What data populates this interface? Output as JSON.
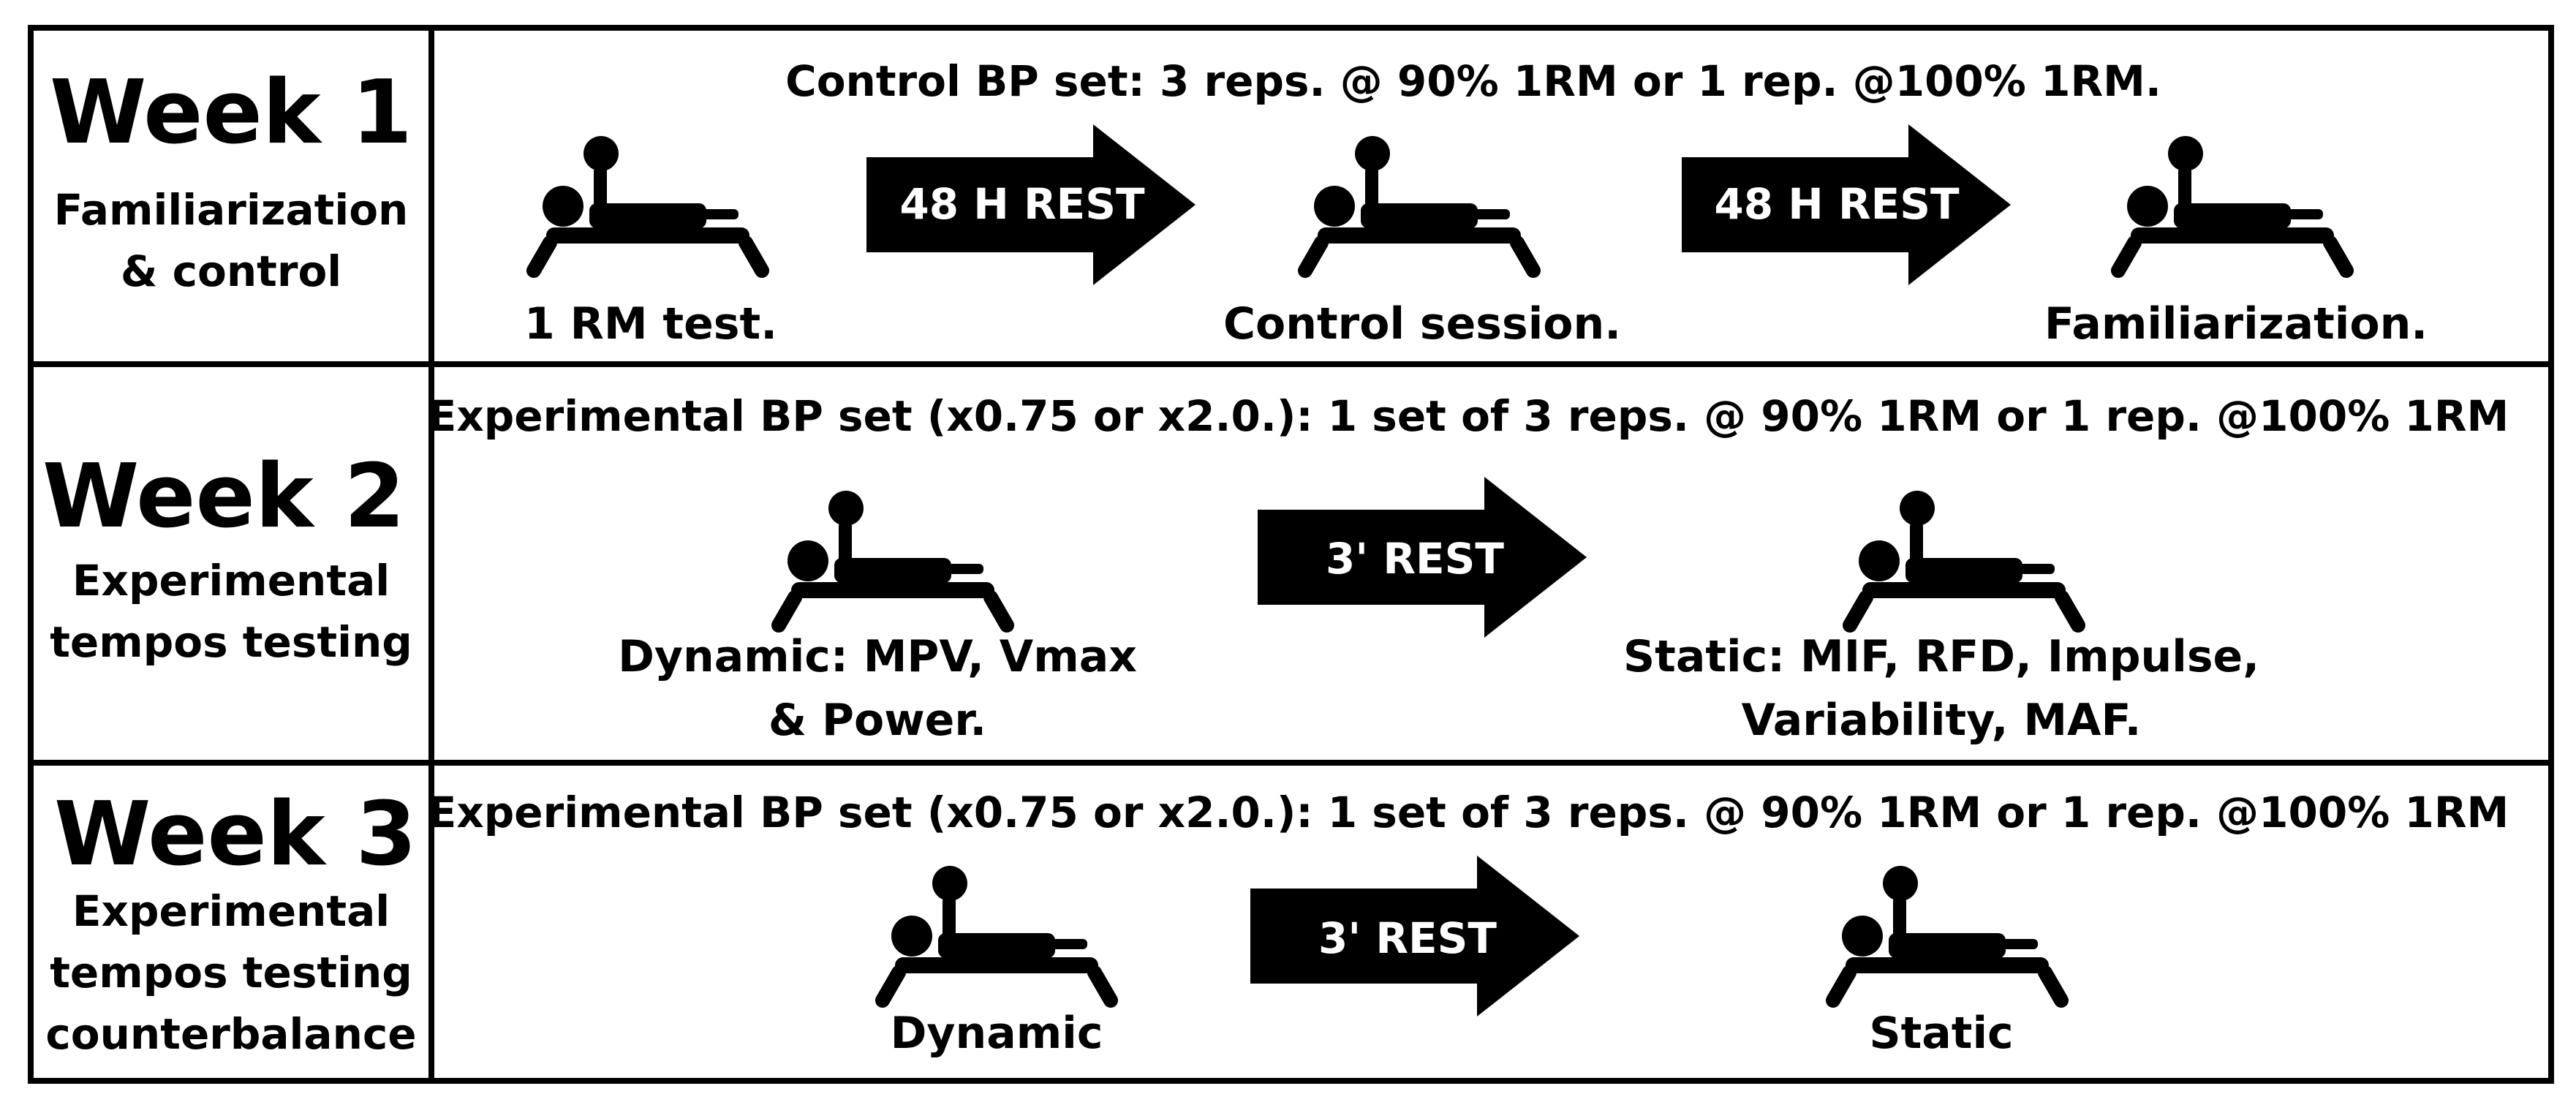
{
  "week1": {
    "title": "Week 1",
    "subtitle_line1": "Familiarization",
    "subtitle_line2": "& control",
    "set_text": "Control BP set: 3 reps. @ 90% 1RM or 1 rep. @100% 1RM.",
    "arrow1_label": "48 H REST",
    "arrow2_label": "48 H REST",
    "caption1": "1 RM test.",
    "caption2": "Control session.",
    "caption3": "Familiarization."
  },
  "week2": {
    "title": "Week 2",
    "subtitle_line1": "Experimental",
    "subtitle_line2": "tempos testing",
    "set_text": "Experimental BP set (x0.75 or x2.0.): 1 set of 3 reps. @ 90% 1RM or 1 rep. @100% 1RM",
    "arrow_label": "3' REST",
    "caption1_line1": "Dynamic: MPV, Vmax",
    "caption1_line2": "& Power.",
    "caption2_line1": "Static: MIF, RFD, Impulse,",
    "caption2_line2": "Variability, MAF."
  },
  "week3": {
    "title": "Week 3",
    "subtitle_line1": "Experimental",
    "subtitle_line2": "tempos testing",
    "subtitle_line3": "counterbalance",
    "set_text": "Experimental BP set (x0.75 or x2.0.): 1 set of 3 reps. @ 90% 1RM or 1 rep. @100% 1RM",
    "arrow_label": "3' REST",
    "caption1": "Dynamic",
    "caption2": "Static"
  },
  "icons": {
    "bench_press": "bench-press-icon",
    "arrow": "arrow-right-icon"
  },
  "colors": {
    "ink": "#000000",
    "background": "#ffffff",
    "arrow_text": "#ffffff"
  }
}
